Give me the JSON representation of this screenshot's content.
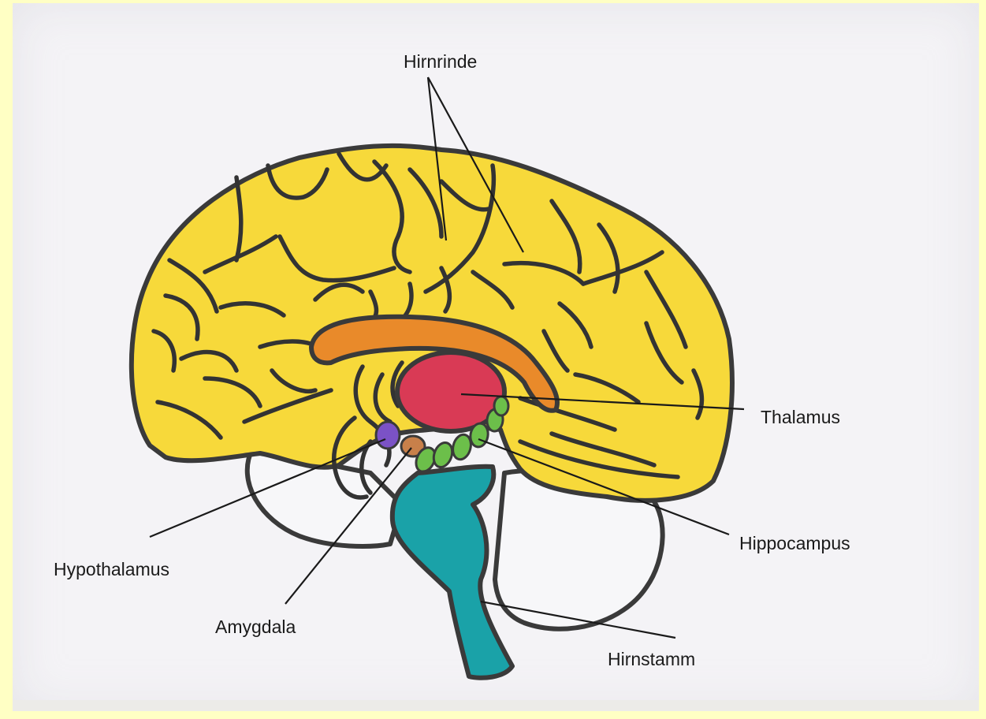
{
  "labels": {
    "cortex": "Hirnrinde",
    "thalamus": "Thalamus",
    "hypothalamus": "Hypothalamus",
    "hippocampus": "Hippocampus",
    "amygdala": "Amygdala",
    "brainstem": "Hirnstamm"
  },
  "colors": {
    "cortex": "#f7d93a",
    "corpus_callosum": "#e98a2a",
    "thalamus": "#d93a55",
    "hypothalamus": "#7b52c6",
    "amygdala": "#c8804a",
    "hippocampus": "#6cbf4a",
    "brainstem": "#1aa2a8",
    "background": "#ffffc4"
  }
}
